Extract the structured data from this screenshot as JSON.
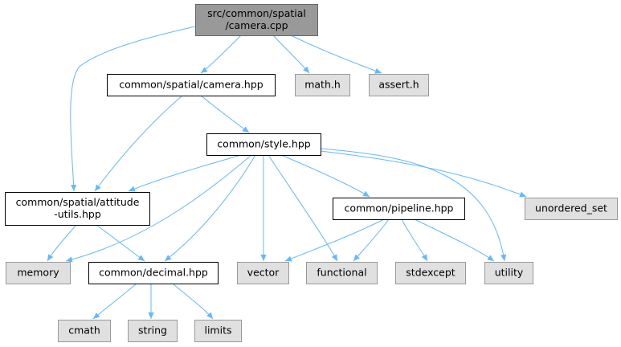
{
  "colors": {
    "root_fill": "#999999",
    "root_stroke": "#666666",
    "file_fill": "#ffffff",
    "file_stroke": "#000000",
    "sys_fill": "#e0e0e0",
    "sys_stroke": "#999999",
    "edge": "#63b8ff"
  },
  "nodes": [
    {
      "id": "camera_cpp",
      "lines": [
        "src/common/spatial",
        "/camera.cpp"
      ],
      "kind": "root"
    },
    {
      "id": "camera_hpp",
      "lines": [
        "common/spatial/camera.hpp"
      ],
      "kind": "file"
    },
    {
      "id": "math_h",
      "lines": [
        "math.h"
      ],
      "kind": "sys"
    },
    {
      "id": "assert_h",
      "lines": [
        "assert.h"
      ],
      "kind": "sys"
    },
    {
      "id": "style_hpp",
      "lines": [
        "common/style.hpp"
      ],
      "kind": "file"
    },
    {
      "id": "attitude_utils",
      "lines": [
        "common/spatial/attitude",
        "-utils.hpp"
      ],
      "kind": "file"
    },
    {
      "id": "pipeline_hpp",
      "lines": [
        "common/pipeline.hpp"
      ],
      "kind": "file"
    },
    {
      "id": "unordered_set",
      "lines": [
        "unordered_set"
      ],
      "kind": "sys"
    },
    {
      "id": "memory",
      "lines": [
        "memory"
      ],
      "kind": "sys"
    },
    {
      "id": "decimal_hpp",
      "lines": [
        "common/decimal.hpp"
      ],
      "kind": "file"
    },
    {
      "id": "vector",
      "lines": [
        "vector"
      ],
      "kind": "sys"
    },
    {
      "id": "functional",
      "lines": [
        "functional"
      ],
      "kind": "sys"
    },
    {
      "id": "stdexcept",
      "lines": [
        "stdexcept"
      ],
      "kind": "sys"
    },
    {
      "id": "utility",
      "lines": [
        "utility"
      ],
      "kind": "sys"
    },
    {
      "id": "cmath",
      "lines": [
        "cmath"
      ],
      "kind": "sys"
    },
    {
      "id": "string",
      "lines": [
        "string"
      ],
      "kind": "sys"
    },
    {
      "id": "limits",
      "lines": [
        "limits"
      ],
      "kind": "sys"
    }
  ],
  "edges": [
    {
      "from": "camera_cpp",
      "to": "camera_hpp"
    },
    {
      "from": "camera_cpp",
      "to": "math_h"
    },
    {
      "from": "camera_cpp",
      "to": "assert_h"
    },
    {
      "from": "camera_cpp",
      "to": "attitude_utils"
    },
    {
      "from": "camera_hpp",
      "to": "style_hpp"
    },
    {
      "from": "camera_hpp",
      "to": "attitude_utils"
    },
    {
      "from": "style_hpp",
      "to": "attitude_utils"
    },
    {
      "from": "style_hpp",
      "to": "memory"
    },
    {
      "from": "style_hpp",
      "to": "decimal_hpp"
    },
    {
      "from": "style_hpp",
      "to": "vector"
    },
    {
      "from": "style_hpp",
      "to": "functional"
    },
    {
      "from": "style_hpp",
      "to": "pipeline_hpp"
    },
    {
      "from": "style_hpp",
      "to": "unordered_set"
    },
    {
      "from": "style_hpp",
      "to": "utility"
    },
    {
      "from": "attitude_utils",
      "to": "memory"
    },
    {
      "from": "attitude_utils",
      "to": "decimal_hpp"
    },
    {
      "from": "pipeline_hpp",
      "to": "vector"
    },
    {
      "from": "pipeline_hpp",
      "to": "functional"
    },
    {
      "from": "pipeline_hpp",
      "to": "stdexcept"
    },
    {
      "from": "pipeline_hpp",
      "to": "utility"
    },
    {
      "from": "decimal_hpp",
      "to": "cmath"
    },
    {
      "from": "decimal_hpp",
      "to": "string"
    },
    {
      "from": "decimal_hpp",
      "to": "limits"
    }
  ]
}
